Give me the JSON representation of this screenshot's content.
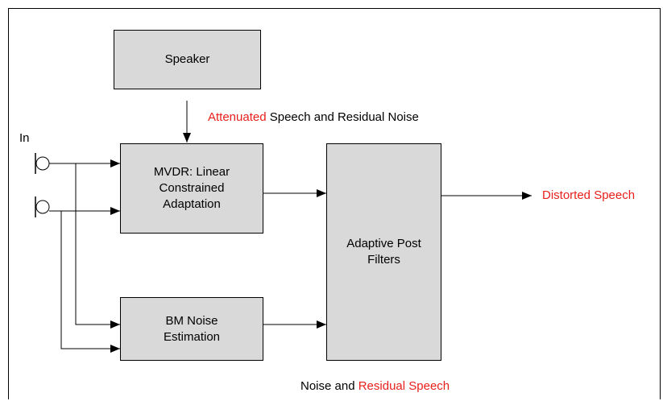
{
  "blocks": {
    "speaker": "Speaker",
    "mvdr": "MVDR: Linear\nConstrained\nAdaptation",
    "bm": "BM Noise\nEstimation",
    "post_filter": "Adaptive Post\nFilters"
  },
  "labels": {
    "input": "In",
    "attenuated_red": "Attenuated",
    "attenuated_rest": " Speech and Residual Noise",
    "output": "Distorted Speech",
    "noise_black": "Noise and ",
    "noise_red": "Residual Speech"
  },
  "colors": {
    "highlight": "#e8201c",
    "block_fill": "#d9d9d9"
  }
}
